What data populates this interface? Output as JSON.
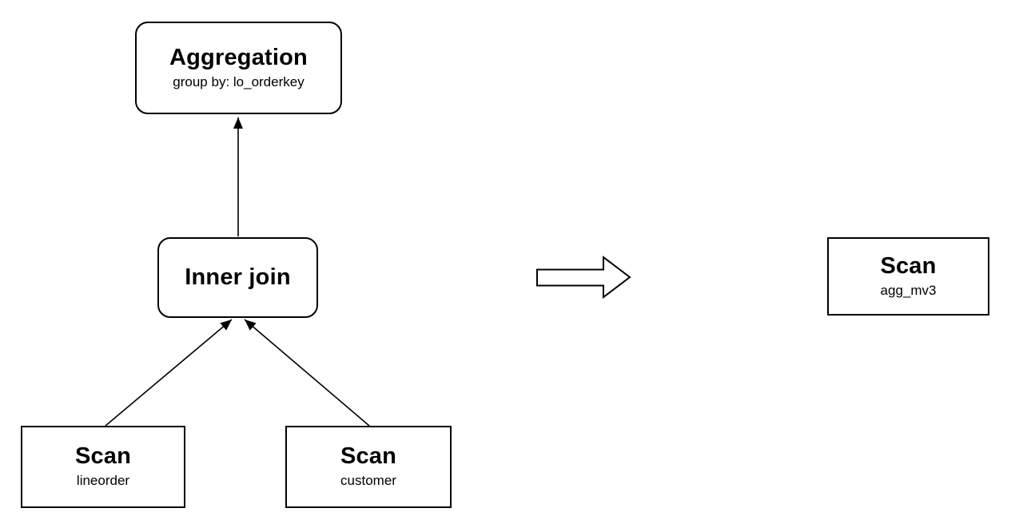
{
  "diagram": {
    "kind": "query-plan-rewrite",
    "colors": {
      "node_fill": "#ffffff",
      "node_stroke": "#000000",
      "edge_stroke": "#000000",
      "background": "#ffffff",
      "text": "#000000"
    }
  },
  "nodes": {
    "aggregation": {
      "title": "Aggregation",
      "subtitle": "group by: lo_orderkey"
    },
    "inner_join": {
      "title": "Inner join"
    },
    "scan_lineorder": {
      "title": "Scan",
      "subtitle": "lineorder"
    },
    "scan_customer": {
      "title": "Scan",
      "subtitle": "customer"
    },
    "scan_agg_mv3": {
      "title": "Scan",
      "subtitle": "agg_mv3"
    }
  }
}
